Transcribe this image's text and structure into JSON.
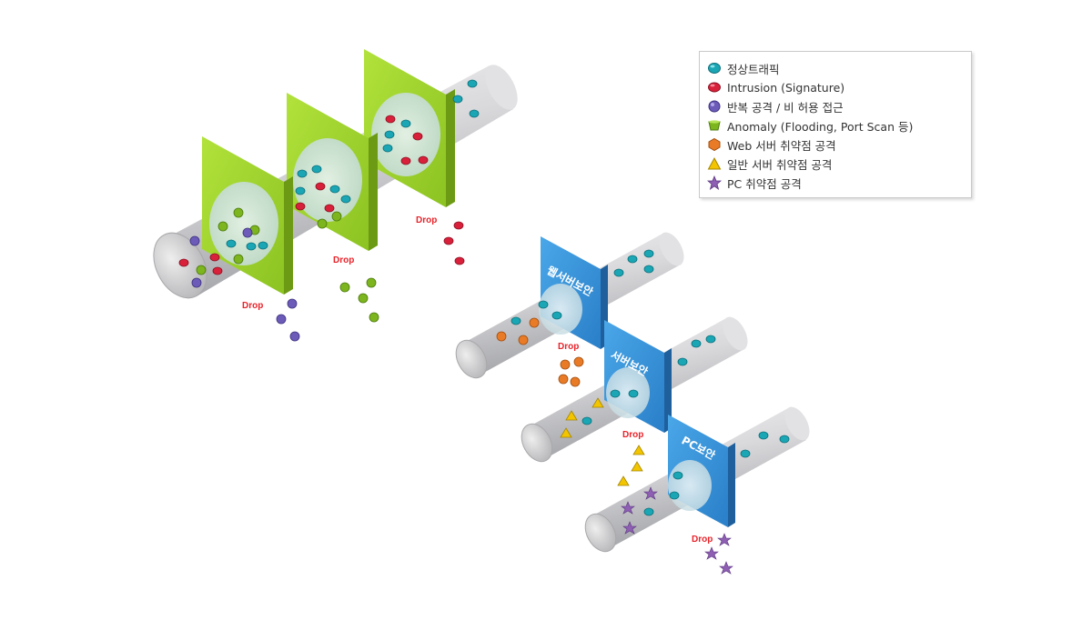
{
  "legend": {
    "items": [
      {
        "label": "정상트래픽",
        "symbol": "teal-capsule-icon",
        "color": "#1aa6b4"
      },
      {
        "label": "Intrusion (Signature)",
        "symbol": "red-capsule-icon",
        "color": "#d8203a"
      },
      {
        "label": "반복 공격 / 비 허용 접근",
        "symbol": "purple-sphere-icon",
        "color": "#6c5bb8"
      },
      {
        "label": "Anomaly (Flooding, Port Scan 등)",
        "symbol": "green-cup-icon",
        "color": "#7cb51e"
      },
      {
        "label": "Web 서버 취약점 공격",
        "symbol": "orange-hexagon-icon",
        "color": "#e97b27"
      },
      {
        "label": "일반 서버 취약점 공격",
        "symbol": "yellow-triangle-icon",
        "color": "#f2c500"
      },
      {
        "label": "PC 취약점 공격",
        "symbol": "purple-star-icon",
        "color": "#8e5fb3"
      }
    ]
  },
  "drops": {
    "wall1": "Drop",
    "wall2": "Drop",
    "wall3": "Drop",
    "web": "Drop",
    "server": "Drop",
    "pc": "Drop"
  },
  "walls": {
    "web": "웹서버보안",
    "server": "서버보안",
    "pc": "PC보안"
  },
  "colors": {
    "green_wall": "#9bd12a",
    "blue_wall": "#2f8fd6",
    "pipe": "#d7d7d9"
  }
}
